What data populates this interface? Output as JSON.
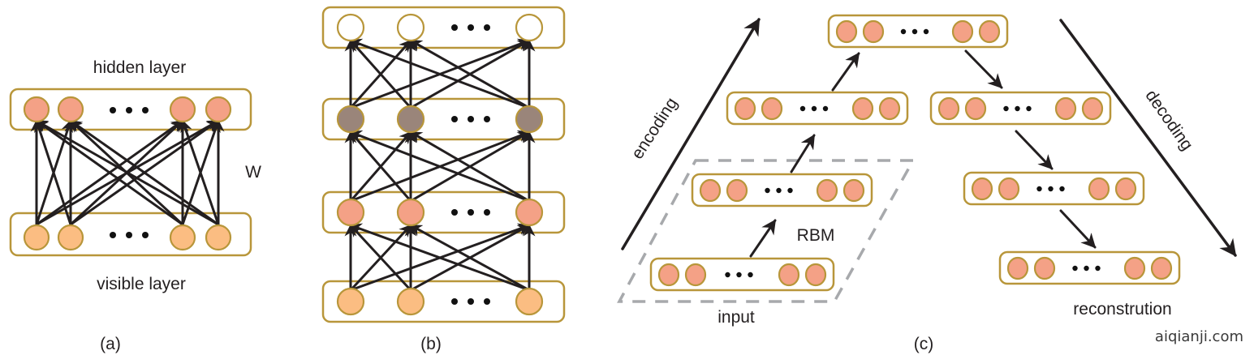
{
  "figure": {
    "colors": {
      "box_stroke": "#b8963a",
      "hidden_node": "#f4a186",
      "visible_node": "#fbbd82",
      "empty_node": "#ffffff",
      "gray_node": "#9a857a",
      "edge": "#231f20",
      "dashed": "#a7a9ac",
      "text": "#231f20"
    },
    "panel_a": {
      "caption": "(a)",
      "hidden_label": "hidden layer",
      "visible_label": "visible layer",
      "weight_label": "W",
      "ellipsis": "• • •"
    },
    "panel_b": {
      "caption": "(b)",
      "layers": [
        "empty",
        "gray",
        "hidden",
        "visible"
      ],
      "ellipsis": "• • •"
    },
    "panel_c": {
      "caption": "(c)",
      "encoding_label": "encoding",
      "decoding_label": "decoding",
      "rbm_label": "RBM",
      "input_label": "input",
      "reconstruction_label": "reconstrution",
      "ellipsis": "• • •"
    },
    "watermark": "aiqianji.com"
  }
}
